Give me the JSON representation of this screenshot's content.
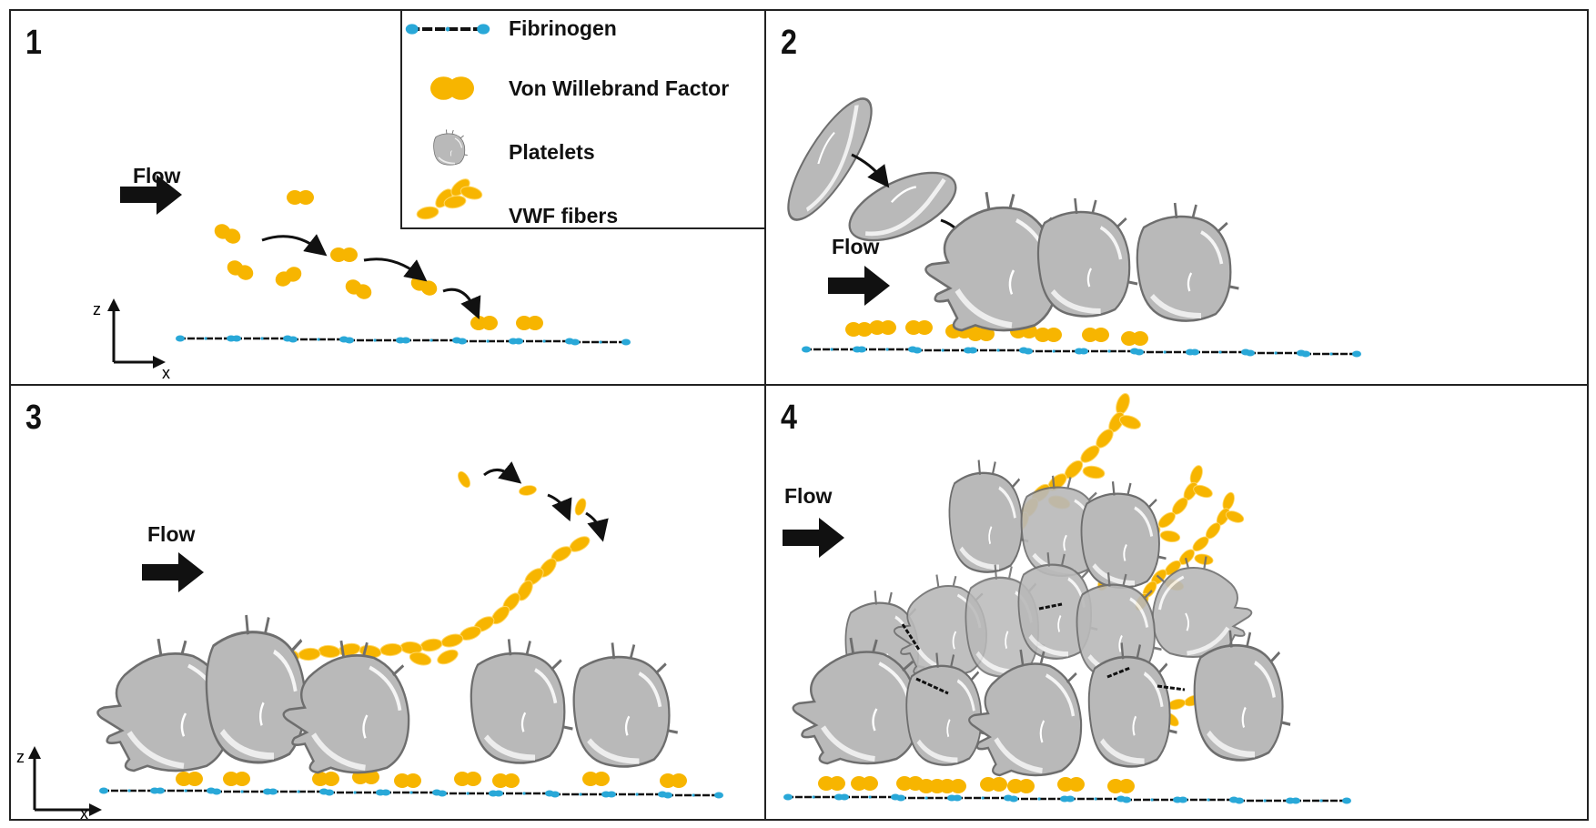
{
  "figure": {
    "panels": [
      {
        "number": "1",
        "flow_label": "Flow",
        "axis": {
          "x": "x",
          "z": "z"
        }
      },
      {
        "number": "2",
        "flow_label": "Flow"
      },
      {
        "number": "3",
        "flow_label": "Flow",
        "axis": {
          "x": "x",
          "z": "z"
        }
      },
      {
        "number": "4",
        "flow_label": "Flow"
      }
    ],
    "legend": {
      "items": [
        {
          "icon": "fibrinogen-icon",
          "label": "Fibrinogen"
        },
        {
          "icon": "vwf-icon",
          "label": "Von Willebrand Factor"
        },
        {
          "icon": "platelet-icon",
          "label": "Platelets"
        },
        {
          "icon": "vwf-fibers-icon",
          "label": "VWF fibers"
        }
      ]
    },
    "colors": {
      "vwf": "#F7B500",
      "fibrinogen_end": "#29A8D8",
      "platelet_fill": "#B9B9B9",
      "platelet_stroke": "#6E6E6E",
      "border": "#222222"
    }
  }
}
